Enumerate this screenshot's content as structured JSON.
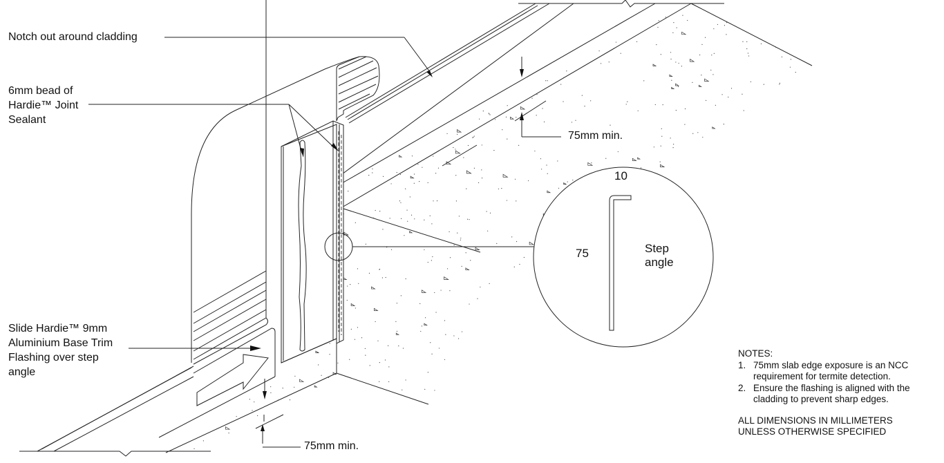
{
  "drawing": {
    "title_labels": {
      "notch": "Notch out around cladding",
      "sealant": [
        "6mm bead of",
        "Hardie™ Joint",
        "Sealant"
      ],
      "base_trim": [
        "Slide Hardie™ 9mm",
        "Aluminium Base Trim",
        "Flashing over step",
        "angle"
      ]
    },
    "dimensions": {
      "upper": "75mm min.",
      "lower": "75mm min."
    },
    "detail": {
      "top_dim": "10",
      "side_dim": "75",
      "name_line1": "Step",
      "name_line2": "angle"
    },
    "notes": {
      "heading": "NOTES:",
      "items": [
        {
          "num": "1.",
          "line1": "75mm slab edge exposure is an NCC",
          "line2": "requirement for termite detection."
        },
        {
          "num": "2.",
          "line1": "Ensure the flashing is aligned with the",
          "line2": "cladding to prevent sharp edges."
        }
      ],
      "footer_line1": "ALL DIMENSIONS IN MILLIMETERS",
      "footer_line2": "UNLESS OTHERWISE SPECIFIED"
    },
    "colors": {
      "line": "#222222",
      "background": "#ffffff"
    }
  }
}
